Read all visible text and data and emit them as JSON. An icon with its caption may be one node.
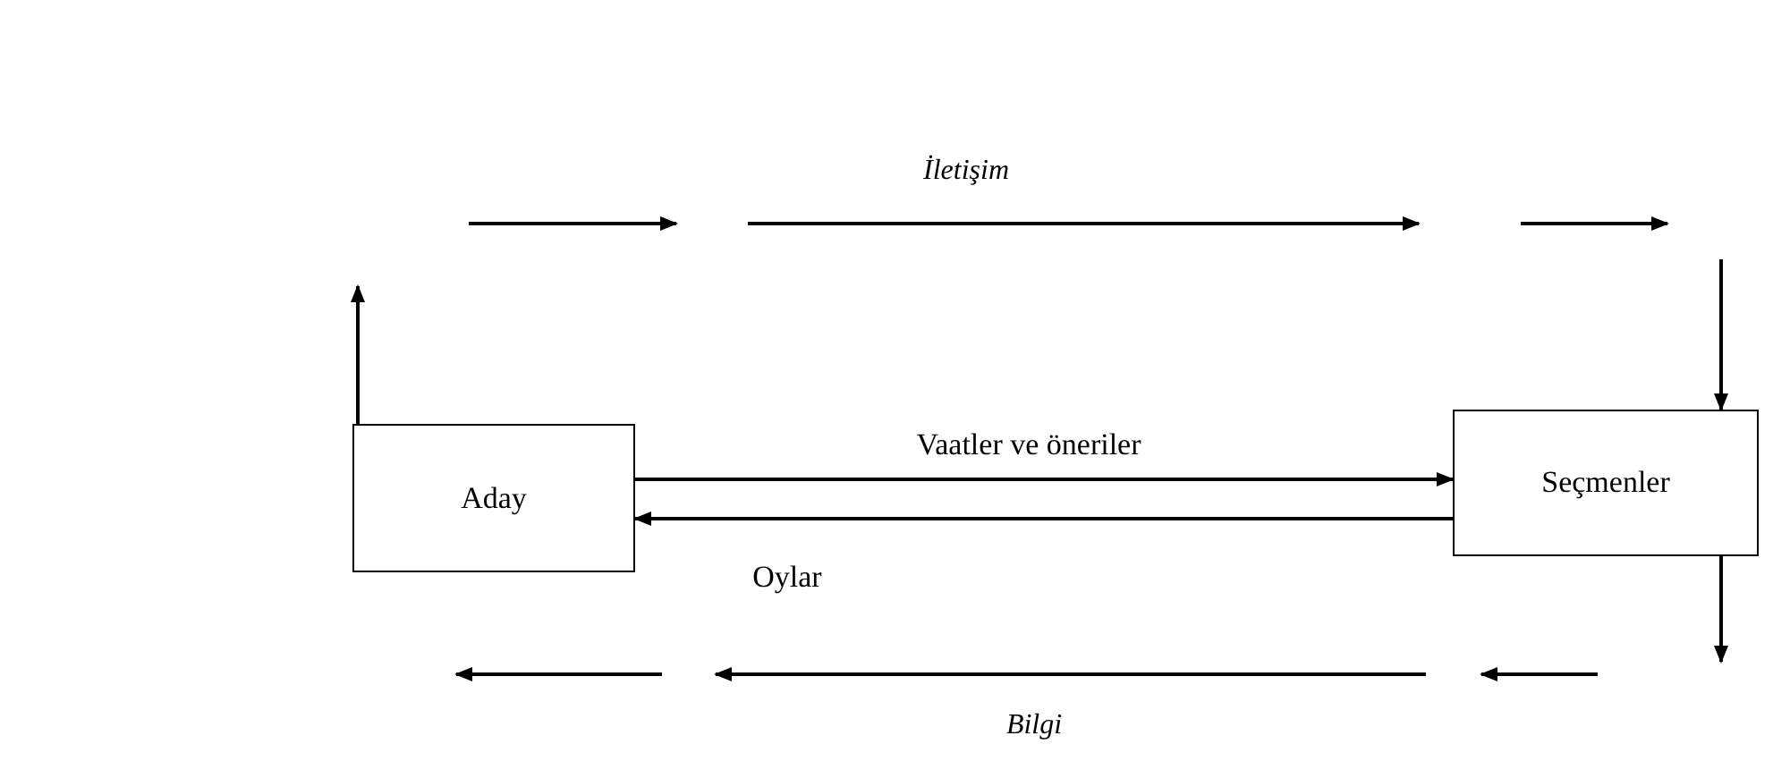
{
  "diagram": {
    "nodes": [
      {
        "text": [
          "Aday"
        ]
      },
      {
        "text": [
          "Seçmenler"
        ]
      }
    ],
    "edges": [
      {
        "from": 0,
        "to": 1,
        "arrow": "to",
        "label": "Vaatler ve öneriler"
      },
      {
        "from": 1,
        "to": 0,
        "arrow": "to",
        "label": "Oylar"
      },
      {
        "from": 0,
        "to": null,
        "arrow": "to"
      },
      {
        "from": null,
        "to": 1,
        "arrow": "to"
      },
      {
        "from": 1,
        "to": null,
        "arrow": "to"
      }
    ],
    "labels": [
      "İletişim",
      "Bilgi"
    ]
  }
}
